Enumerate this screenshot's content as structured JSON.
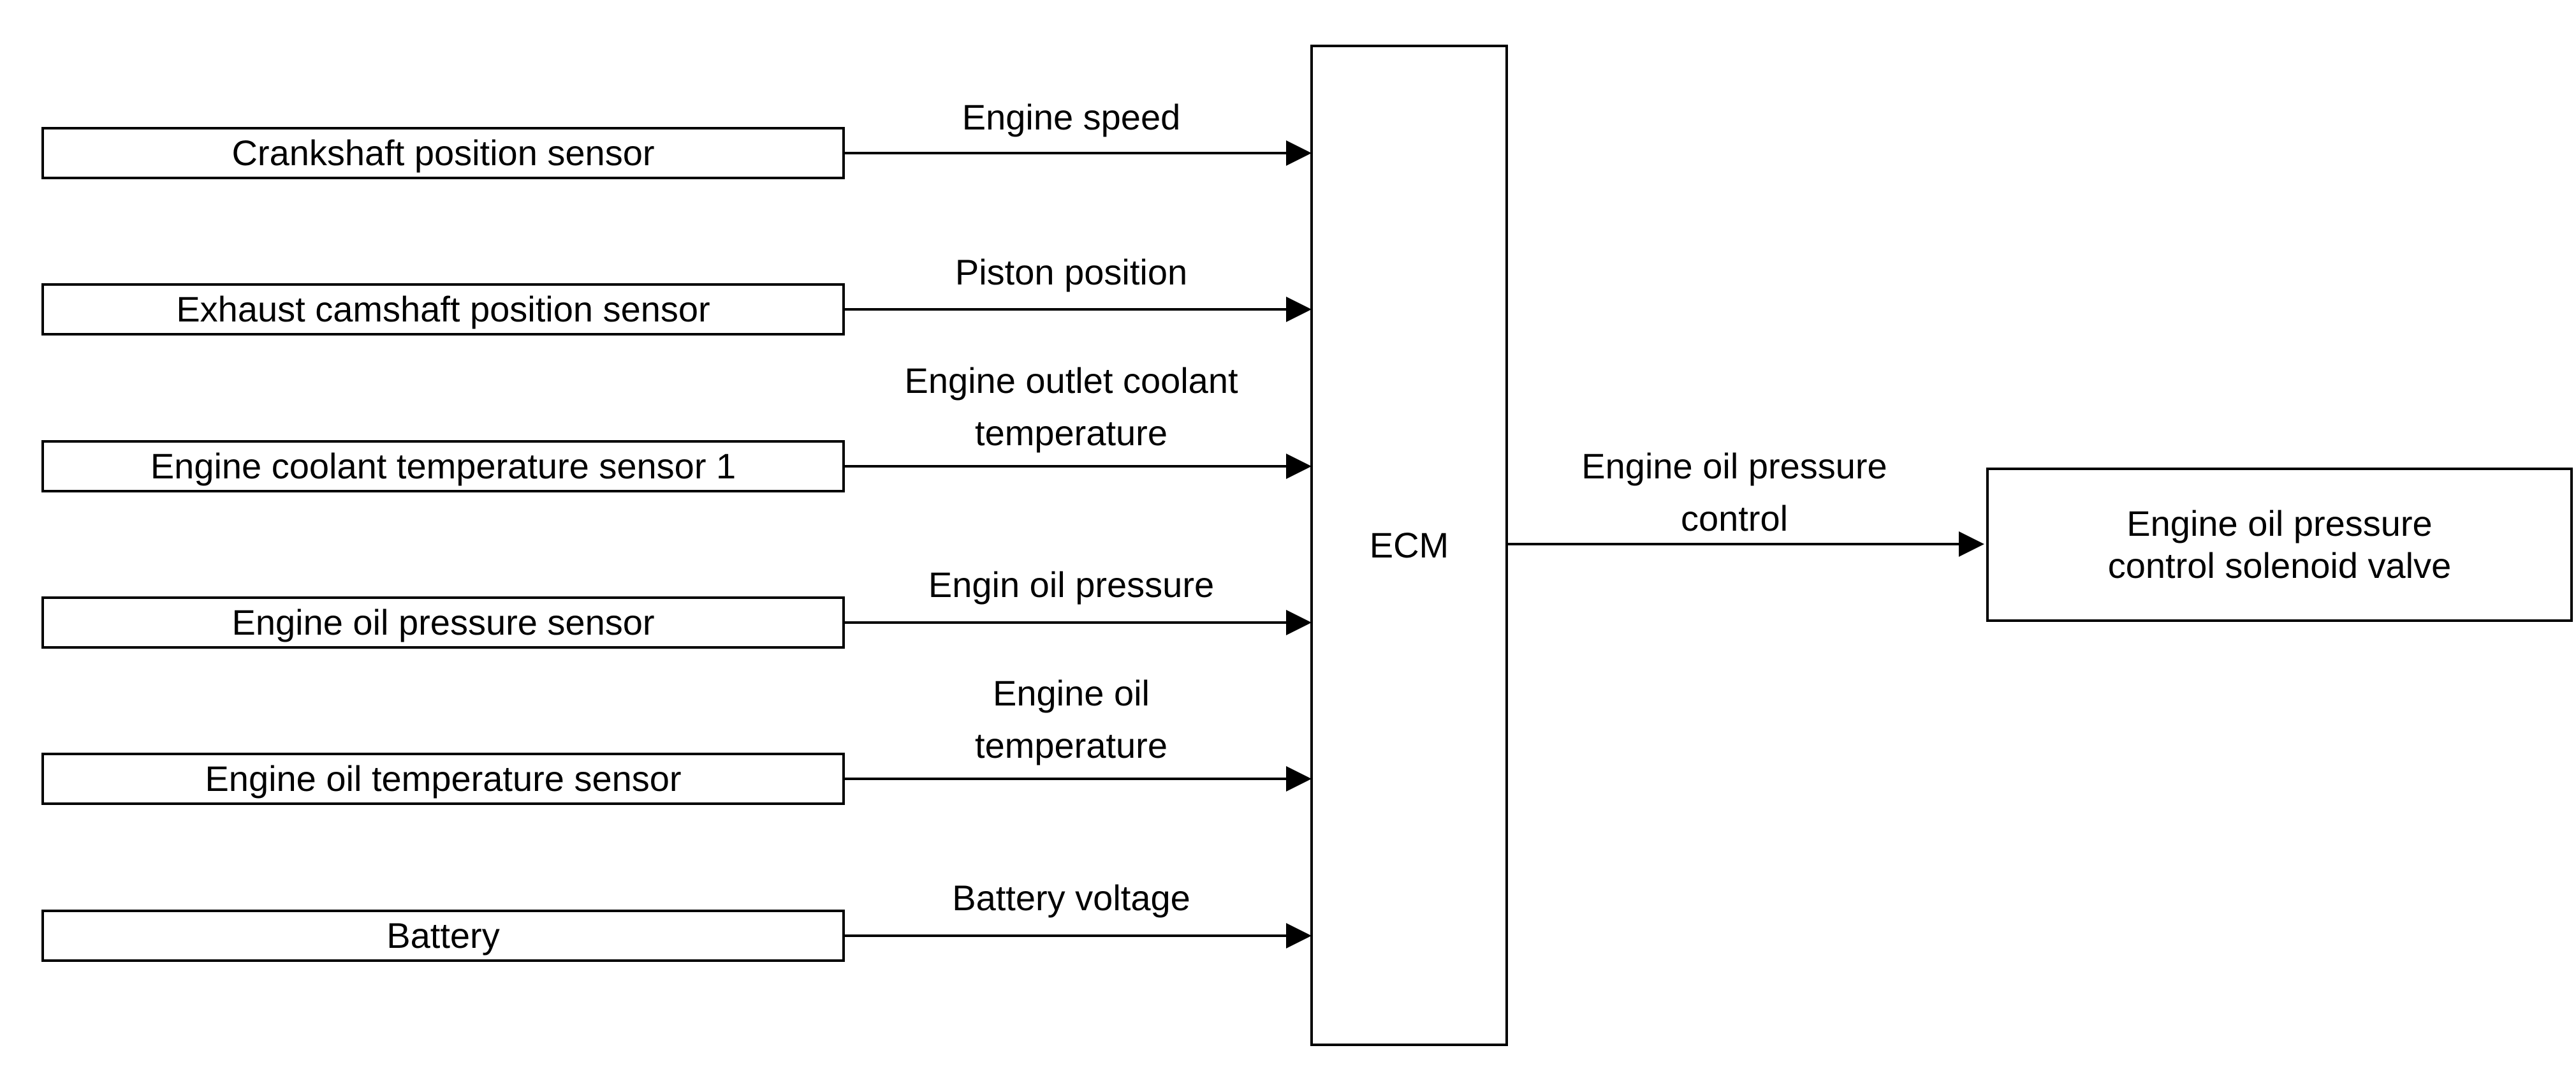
{
  "ecm": {
    "label": "ECM"
  },
  "inputs": [
    {
      "sensor": "Crankshaft position sensor",
      "signal": "Engine speed"
    },
    {
      "sensor": "Exhaust camshaft position sensor",
      "signal": "Piston position"
    },
    {
      "sensor": "Engine coolant temperature sensor 1",
      "signal_line1": "Engine outlet coolant",
      "signal_line2": "temperature"
    },
    {
      "sensor": "Engine oil pressure sensor",
      "signal": "Engin oil pressure"
    },
    {
      "sensor": "Engine oil temperature sensor",
      "signal_line1": "Engine oil",
      "signal_line2": "temperature"
    },
    {
      "sensor": "Battery",
      "signal": "Battery voltage"
    }
  ],
  "output": {
    "signal_line1": "Engine oil pressure",
    "signal_line2": "control",
    "actuator_line1": "Engine oil pressure",
    "actuator_line2": "control solenoid valve"
  }
}
